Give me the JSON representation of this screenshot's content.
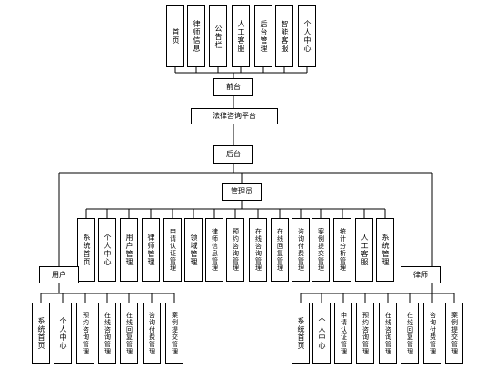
{
  "frontend": {
    "title": "前台",
    "items": [
      "首页",
      "律师信息",
      "公告栏",
      "人工客服",
      "后台管理",
      "智能客服",
      "个人中心"
    ]
  },
  "platform": "法律咨询平台",
  "backend": "后台",
  "admin": {
    "title": "管理员",
    "items": [
      "系统首页",
      "个人中心",
      "用户管理",
      "律师管理",
      "申请认证管理",
      "领域管理",
      "律师信息管理",
      "预约咨询管理",
      "在线咨询管理",
      "在线回复管理",
      "咨询付费管理",
      "案例提交管理",
      "统计分析管理",
      "人工客服",
      "系统管理"
    ]
  },
  "user": {
    "title": "用户",
    "items": [
      "系统首页",
      "个人中心",
      "预约咨询管理",
      "在线咨询管理",
      "在线回复管理",
      "咨询付费管理",
      "案例提交管理"
    ]
  },
  "lawyer": {
    "title": "律师",
    "items": [
      "系统首页",
      "个人中心",
      "申请认证管理",
      "预约咨询管理",
      "在线咨询管理",
      "在线回复管理",
      "咨询付费管理",
      "案例提交管理"
    ]
  }
}
